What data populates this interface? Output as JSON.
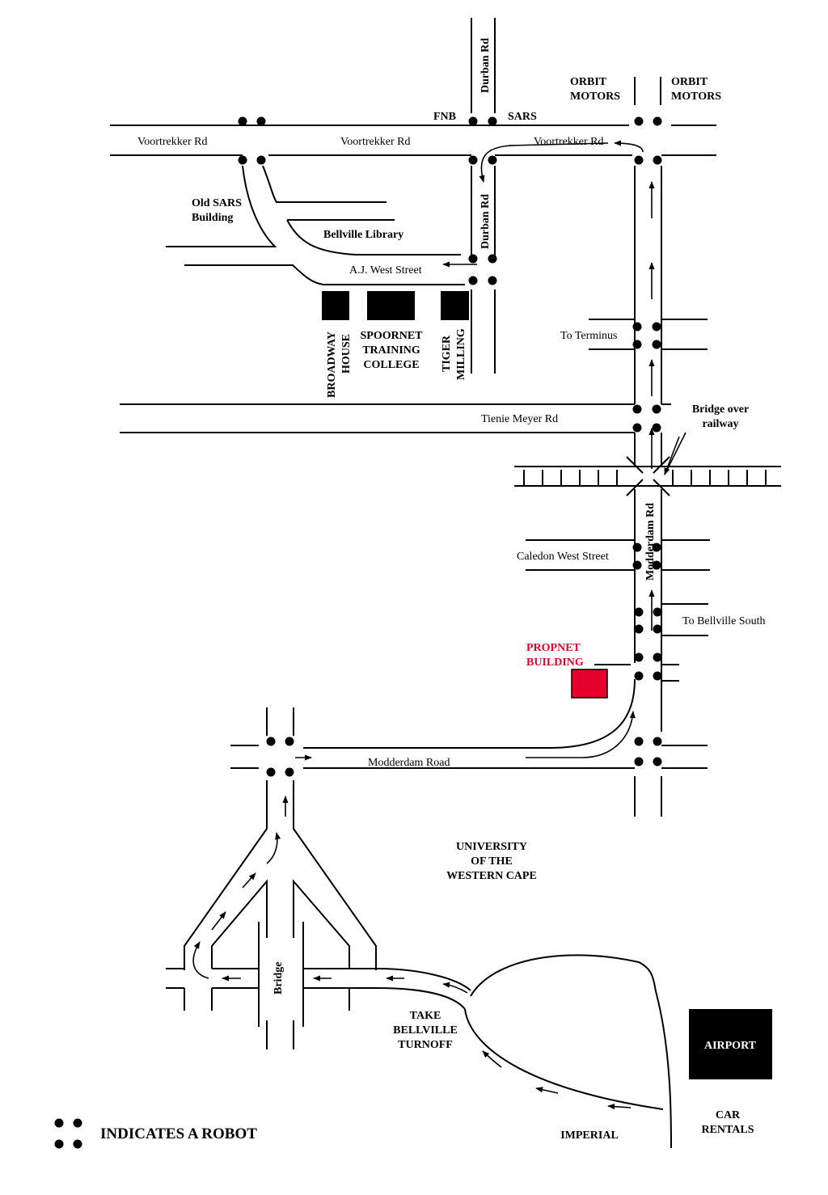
{
  "map": {
    "colors": {
      "ink": "#000000",
      "highlight": "#e4002b",
      "background": "#ffffff"
    },
    "roads": {
      "voortrekker_left": "Voortrekker  Rd",
      "voortrekker_mid": "Voortrekker  Rd",
      "voortrekker_right": "Voortrekker  Rd",
      "durban_top": "Durban Rd",
      "durban_mid": "Durban Rd",
      "aj_west": "A.J. West Street",
      "to_terminus": "To Terminus",
      "tienie_meyer": "Tienie Meyer Rd",
      "modderdam_rd": "Modderdam  Rd",
      "caledon_west": "Caledon West Street",
      "to_bellville_south": "To Bellville South",
      "modderdam_road": "Modderdam  Road",
      "bridge": "Bridge"
    },
    "places": {
      "fnb": "FNB",
      "sars": "SARS",
      "orbit_left": [
        "ORBIT",
        "MOTORS"
      ],
      "orbit_right": [
        "ORBIT",
        "MOTORS"
      ],
      "old_sars": [
        "Old SARS",
        "Building"
      ],
      "library": "Bellville Library",
      "broadway": [
        "BROADWAY",
        "HOUSE"
      ],
      "spoornet": [
        "SPOORNET",
        "TRAINING",
        "COLLEGE"
      ],
      "tiger": [
        "TIGER",
        "MILLING"
      ],
      "bridge_over": [
        "Bridge  over",
        "railway"
      ],
      "propnet": [
        "PROPNET",
        "BUILDING"
      ],
      "uwc": [
        "UNIVERSITY",
        "OF  THE",
        "WESTERN  CAPE"
      ],
      "turnoff": [
        "TAKE",
        "BELLVILLE",
        "TURNOFF"
      ],
      "airport": "AIRPORT",
      "car_rentals": [
        "CAR",
        "RENTALS"
      ],
      "imperial": "IMPERIAL"
    },
    "legend": {
      "text": "INDICATES  A  ROBOT",
      "icon": "robot-icon"
    }
  }
}
